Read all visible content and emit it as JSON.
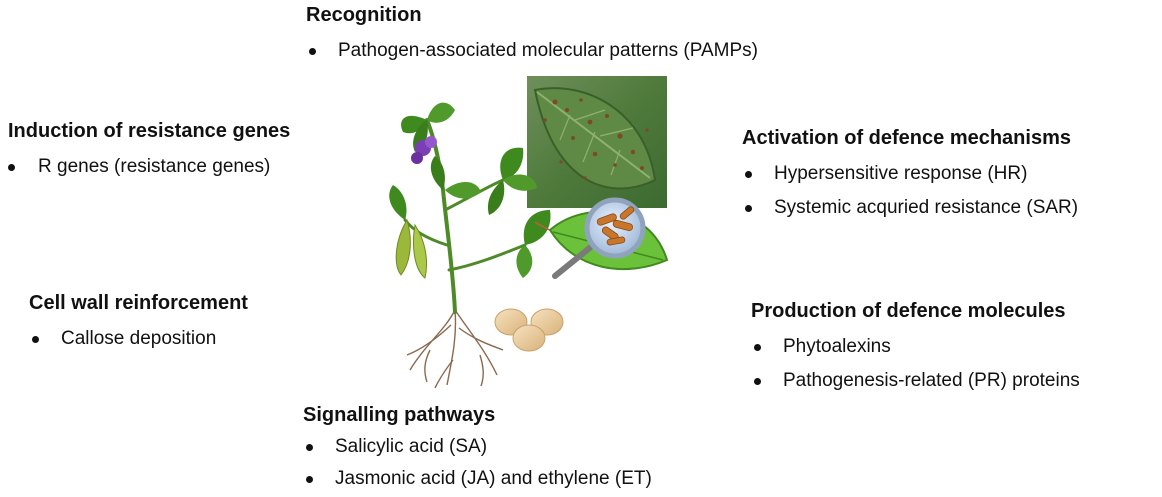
{
  "sections": {
    "recognition": {
      "title": "Recognition",
      "items": [
        "Pathogen-associated molecular patterns (PAMPs)"
      ]
    },
    "induction": {
      "title": "Induction of resistance genes",
      "items": [
        "R genes (resistance genes)"
      ]
    },
    "activation": {
      "title": "Activation of defence mechanisms",
      "items": [
        "Hypersensitive response (HR)",
        "Systemic acquried resistance (SAR)"
      ]
    },
    "cell_wall": {
      "title": "Cell wall reinforcement",
      "items": [
        "Callose deposition"
      ]
    },
    "production": {
      "title": "Production of defence molecules",
      "items": [
        "Phytoalexins",
        "Pathogenesis-related (PR) proteins"
      ]
    },
    "signalling": {
      "title": "Signalling pathways",
      "items": [
        "Salicylic acid (SA)",
        "Jasmonic acid (JA) and ethylene (ET)"
      ]
    }
  },
  "illustration": {
    "icons": [
      "soybean-plant-icon",
      "diseased-leaf-photo",
      "magnifier-bacteria-icon",
      "soybean-seeds-icon"
    ],
    "colors": {
      "leaf": "#3f8a1f",
      "leaf_light": "#6cc13a",
      "flower": "#7b3fb5",
      "pod": "#9bb83a",
      "seed": "#e8c99a",
      "bacteria": "#c8762a",
      "lesion": "#7a4a2a",
      "root": "#8a6a50"
    }
  }
}
